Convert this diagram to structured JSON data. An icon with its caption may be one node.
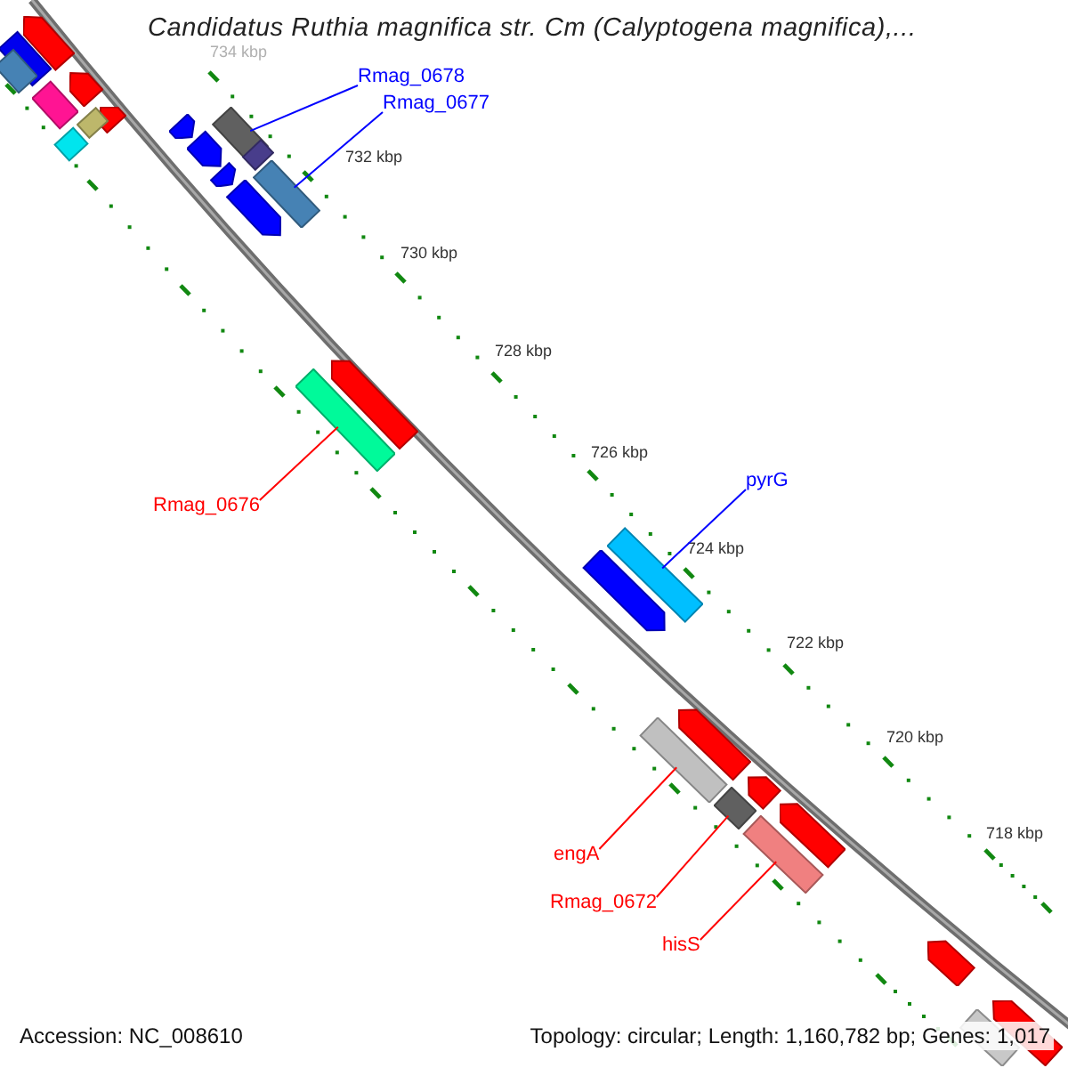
{
  "diagram": {
    "title": "Candidatus Ruthia magnifica str. Cm (Calyptogena magnifica),...",
    "nodes": [
      {
        "text": [],
        "shape": "arrow"
      },
      {
        "text": [],
        "shape": "bar"
      },
      {
        "text": [],
        "shape": "bar"
      },
      {
        "text": [],
        "shape": "arrow"
      },
      {
        "text": [],
        "shape": "bar"
      },
      {
        "text": [],
        "shape": "arrow"
      },
      {
        "text": [],
        "shape": "bar"
      },
      {
        "text": [],
        "shape": "bar"
      },
      {
        "text": [],
        "shape": "bar"
      },
      {
        "text": [],
        "shape": "arrow"
      },
      {
        "text": [],
        "shape": "arrow"
      },
      {
        "text": [],
        "shape": "bar"
      },
      {
        "text": [],
        "shape": "bar"
      },
      {
        "text": [],
        "shape": "arrow"
      },
      {
        "text": [],
        "shape": "arrow"
      },
      {
        "text": [],
        "shape": "arrow"
      },
      {
        "text": [],
        "shape": "bar"
      },
      {
        "text": [],
        "shape": "bar"
      },
      {
        "text": [],
        "shape": "arrow"
      },
      {
        "text": [],
        "shape": "arrow"
      },
      {
        "text": [],
        "shape": "bar"
      },
      {
        "text": [],
        "shape": "arrow"
      },
      {
        "text": [],
        "shape": "bar"
      },
      {
        "text": [],
        "shape": "arrow"
      },
      {
        "text": [],
        "shape": "bar"
      },
      {
        "text": [],
        "shape": "arrow"
      },
      {
        "text": [],
        "shape": "arrow"
      },
      {
        "text": [],
        "shape": "bar"
      },
      {
        "text": [
          "Rmag_0678"
        ]
      },
      {
        "text": [
          "Rmag_0677"
        ]
      },
      {
        "text": [
          "Rmag_0676"
        ]
      },
      {
        "text": [
          "pyrG"
        ]
      },
      {
        "text": [
          "engA"
        ]
      },
      {
        "text": [
          "Rmag_0672"
        ]
      },
      {
        "text": [
          "hisS"
        ]
      }
    ],
    "edges": [
      {
        "from": 28,
        "to": 6,
        "arrow": "none",
        "color": "#0000ff"
      },
      {
        "from": 29,
        "to": 12,
        "arrow": "none",
        "color": "#0000ff"
      },
      {
        "from": 30,
        "to": 16,
        "arrow": "none"
      },
      {
        "from": 31,
        "to": 17,
        "arrow": "none",
        "color": "#0000ff"
      },
      {
        "from": 32,
        "to": 20,
        "arrow": "none"
      },
      {
        "from": 33,
        "to": 22,
        "arrow": "none"
      },
      {
        "from": 34,
        "to": 24,
        "arrow": "none"
      }
    ],
    "labels": [
      "734 kbp",
      "732 kbp",
      "730 kbp",
      "728 kbp",
      "726 kbp",
      "724 kbp",
      "722 kbp",
      "720 kbp",
      "718 kbp",
      "Accession: NC_008610",
      "Topology: circular; Length: 1,160,782 bp; Genes: 1,017"
    ]
  }
}
